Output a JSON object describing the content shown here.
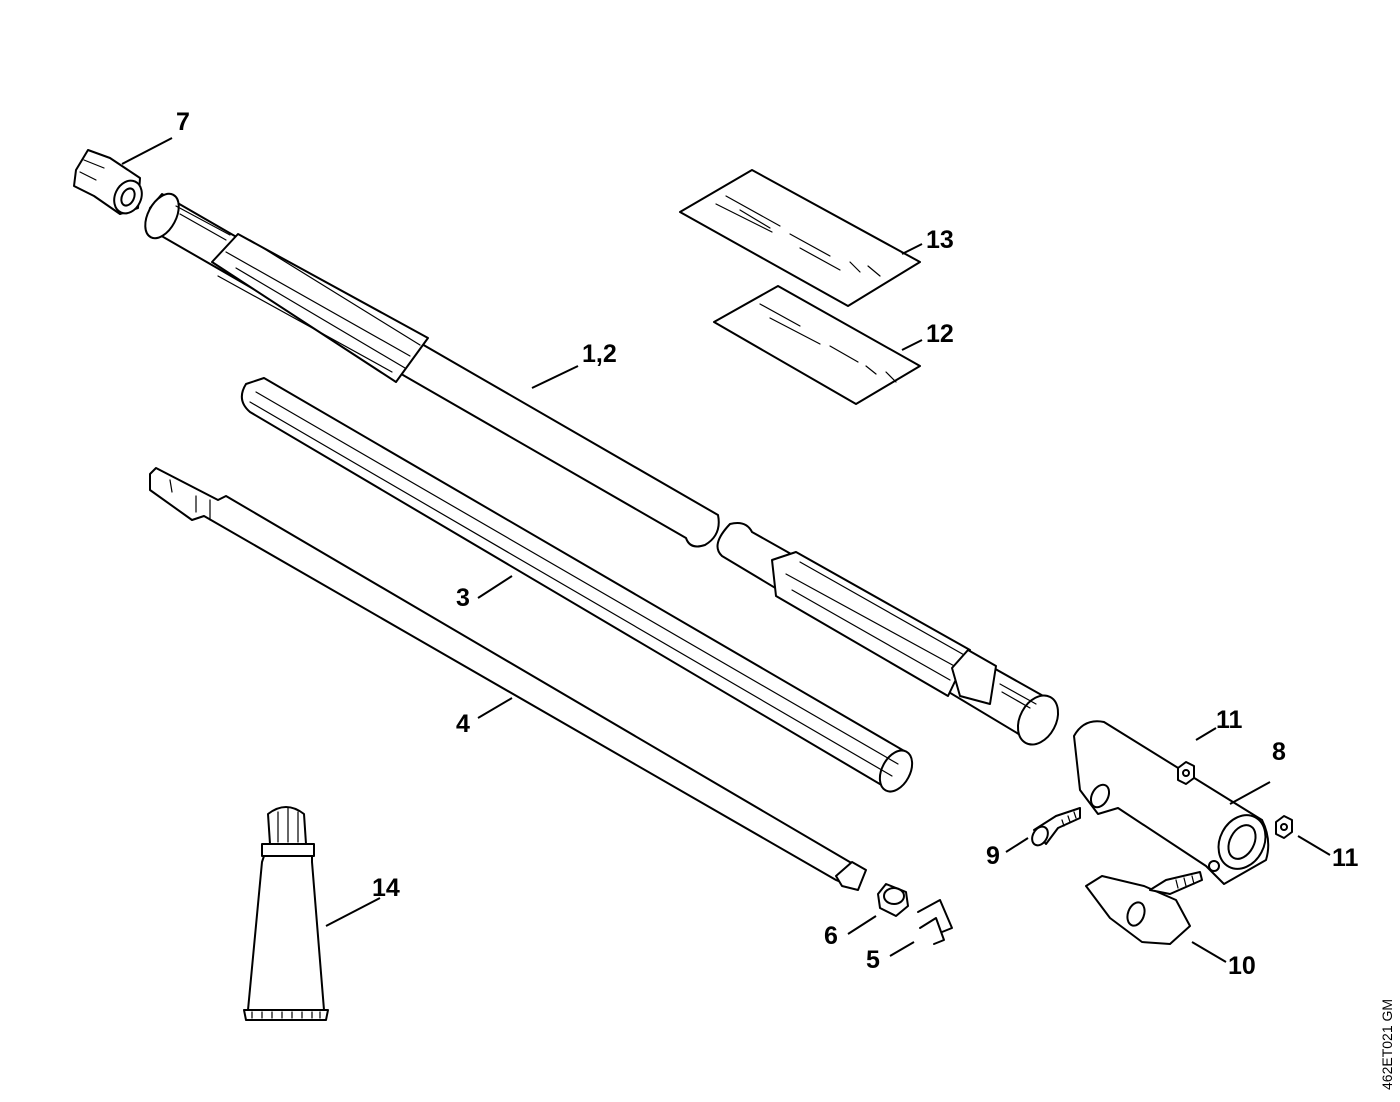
{
  "labels": {
    "part_7": "7",
    "part_13": "13",
    "part_12": "12",
    "part_1_2": "1,2",
    "part_3": "3",
    "part_4": "4",
    "part_11_top": "11",
    "part_8": "8",
    "part_9": "9",
    "part_11_right": "11",
    "part_14": "14",
    "part_6": "6",
    "part_5": "5",
    "part_10": "10"
  },
  "drawing_code": "462ET021 GM"
}
